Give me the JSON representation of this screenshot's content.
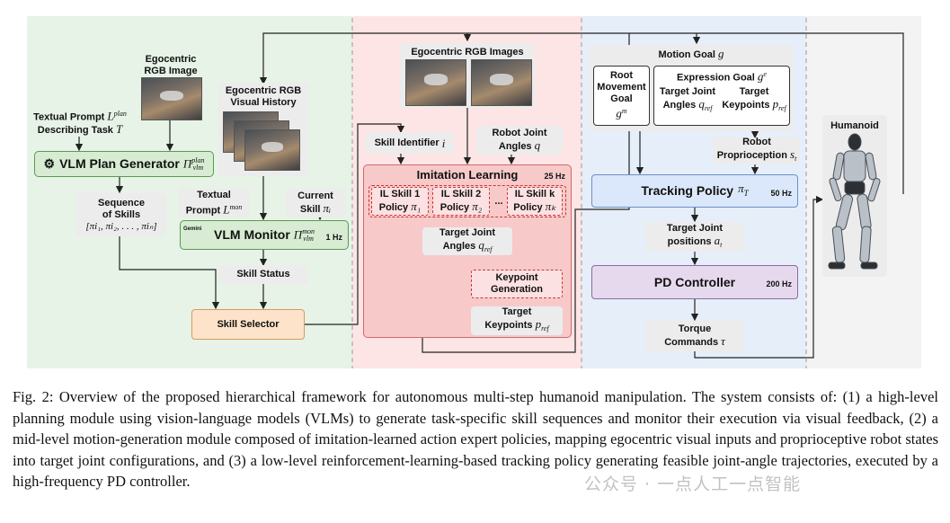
{
  "colors": {
    "high_zone": "#e6f3e6",
    "mid_zone": "#fde5e5",
    "low_zone": "#e6eef9",
    "vlm_box": "#d7ecd3",
    "il_box": "#f7c9c9",
    "tracking_box": "#dbe8fb",
    "pd_box": "#e6d9ee",
    "selector_box": "#fde3c9"
  },
  "high": {
    "ego_image_label_1": "Egocentric",
    "ego_image_label_2": "RGB Image",
    "visual_history_label_1": "Egocentric RGB",
    "visual_history_label_2": "Visual History",
    "textual_prompt_1": "Textual Prompt",
    "textual_prompt_sym": "L",
    "textual_prompt_sup": "plan",
    "textual_prompt_2": "Describing Task",
    "textual_prompt_task": "T",
    "planner_label": "VLM Plan Generator",
    "planner_sym": "Π",
    "planner_sup": "plan",
    "planner_sub": "vlm",
    "sequence_1": "Sequence",
    "sequence_2": "of Skills",
    "sequence_math": "[π",
    "sequence_math_full": "[πi₁, πi₂, . . . , πiₙ]",
    "monitor_prompt_1": "Textual",
    "monitor_prompt_2": "Prompt",
    "monitor_prompt_sym": "L",
    "monitor_prompt_sup": "mon",
    "current_skill_1": "Current",
    "current_skill_2": "Skill",
    "current_skill_sym": "πᵢ",
    "gemini_label": "Gemini",
    "monitor_label": "VLM Monitor",
    "monitor_sym": "Π",
    "monitor_sup": "mon",
    "monitor_sub": "vlm",
    "monitor_rate": "1 Hz",
    "skill_status": "Skill Status",
    "skill_selector": "Skill Selector"
  },
  "mid": {
    "images_label": "Egocentric RGB Images",
    "skill_identifier": "Skill Identifier",
    "skill_identifier_sym": "i",
    "robot_joint_1": "Robot Joint",
    "robot_joint_2": "Angles",
    "robot_joint_sym": "q",
    "il_title": "Imitation Learning",
    "il_rate": "25 Hz",
    "skills": [
      {
        "l1": "IL Skill 1",
        "l2": "Policy",
        "sym": "π₁"
      },
      {
        "l1": "IL Skill 2",
        "l2": "Policy",
        "sym": "π₂"
      },
      {
        "l1": "IL Skill k",
        "l2": "Policy",
        "sym": "πₖ"
      }
    ],
    "ellipsis": "...",
    "target_joint_1": "Target Joint",
    "target_joint_2": "Angles",
    "target_joint_sym": "q",
    "target_joint_sub": "ref",
    "keypoint_gen_1": "Keypoint",
    "keypoint_gen_2": "Generation",
    "target_kp_1": "Target",
    "target_kp_2": "Keypoints",
    "target_kp_sym": "p",
    "target_kp_sub": "ref"
  },
  "low": {
    "motion_goal": "Motion Goal",
    "motion_goal_sym": "g",
    "root_1": "Root",
    "root_2": "Movement",
    "root_3": "Goal",
    "root_sym": "g",
    "root_sup": "m",
    "expr_goal": "Expression Goal",
    "expr_sym": "g",
    "expr_sup": "e",
    "tja_1": "Target Joint",
    "tja_2": "Angles",
    "tja_sym": "q",
    "tja_sub": "ref",
    "tkp_1": "Target",
    "tkp_2": "Keypoints",
    "tkp_sym": "p",
    "tkp_sub": "ref",
    "proprio_1": "Robot",
    "proprio_2": "Proprioception",
    "proprio_sym": "s",
    "proprio_sub": "t",
    "tracking_label": "Tracking Policy",
    "tracking_sym": "π",
    "tracking_sub": "T",
    "tracking_rate": "50 Hz",
    "target_pos_1": "Target Joint",
    "target_pos_2": "positions",
    "target_pos_sym": "a",
    "target_pos_sub": "t",
    "pd_label": "PD Controller",
    "pd_rate": "200 Hz",
    "torque_1": "Torque",
    "torque_2": "Commands",
    "torque_sym": "τ",
    "humanoid_label": "Humanoid"
  },
  "caption": "Fig. 2: Overview of the proposed hierarchical framework for autonomous multi-step humanoid manipulation. The system consists of: (1) a high-level planning module using vision-language models (VLMs) to generate task-specific skill sequences and monitor their execution via visual feedback, (2) a mid-level motion-generation module composed of imitation-learned action expert policies, mapping egocentric visual inputs and proprioceptive robot states into target joint configurations, and (3) a low-level reinforcement-learning-based tracking policy generating feasible joint-angle trajectories, executed by a high-frequency PD controller.",
  "watermark": "公众号 · 一点人工一点智能"
}
